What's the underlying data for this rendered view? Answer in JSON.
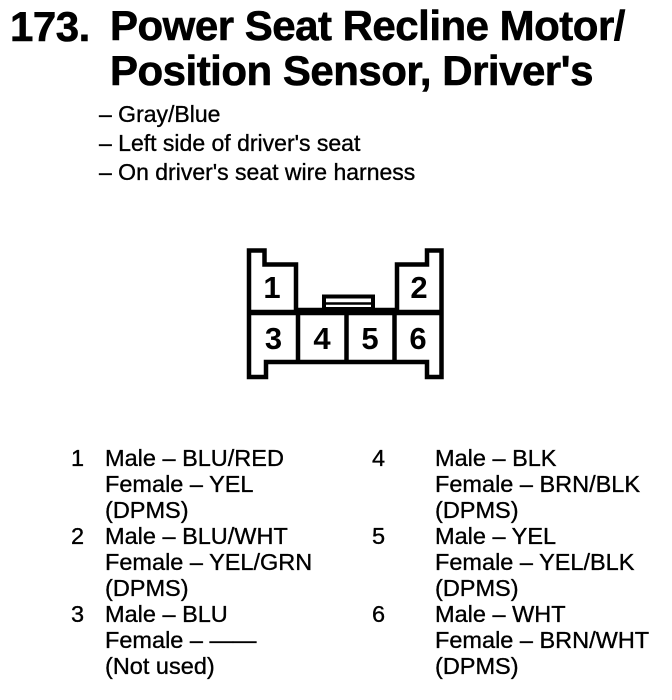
{
  "page": {
    "item_number": "173.",
    "title_line1": "Power Seat Recline Motor/",
    "title_line2": "Position Sensor, Driver's",
    "notes": [
      "– Gray/Blue",
      "– Left side of driver's seat",
      "– On driver's seat wire harness"
    ]
  },
  "connector": {
    "description": "6-cavity connector, front view",
    "pins": [
      "1",
      "2",
      "3",
      "4",
      "5",
      "6"
    ]
  },
  "pin_list": {
    "left": [
      {
        "pin": "1",
        "male": "Male – BLU/RED",
        "female": "Female – YEL",
        "note": "(DPMS)"
      },
      {
        "pin": "2",
        "male": "Male – BLU/WHT",
        "female": "Female – YEL/GRN",
        "note": "(DPMS)"
      },
      {
        "pin": "3",
        "male": "Male – BLU",
        "female": "Female – ——",
        "note": "(Not used)"
      }
    ],
    "right": [
      {
        "pin": "4",
        "male": "Male – BLK",
        "female": "Female – BRN/BLK",
        "note": "(DPMS)"
      },
      {
        "pin": "5",
        "male": "Male – YEL",
        "female": "Female – YEL/BLK",
        "note": "(DPMS)"
      },
      {
        "pin": "6",
        "male": "Male – WHT",
        "female": "Female – BRN/WHT",
        "note": "(DPMS)"
      }
    ]
  }
}
